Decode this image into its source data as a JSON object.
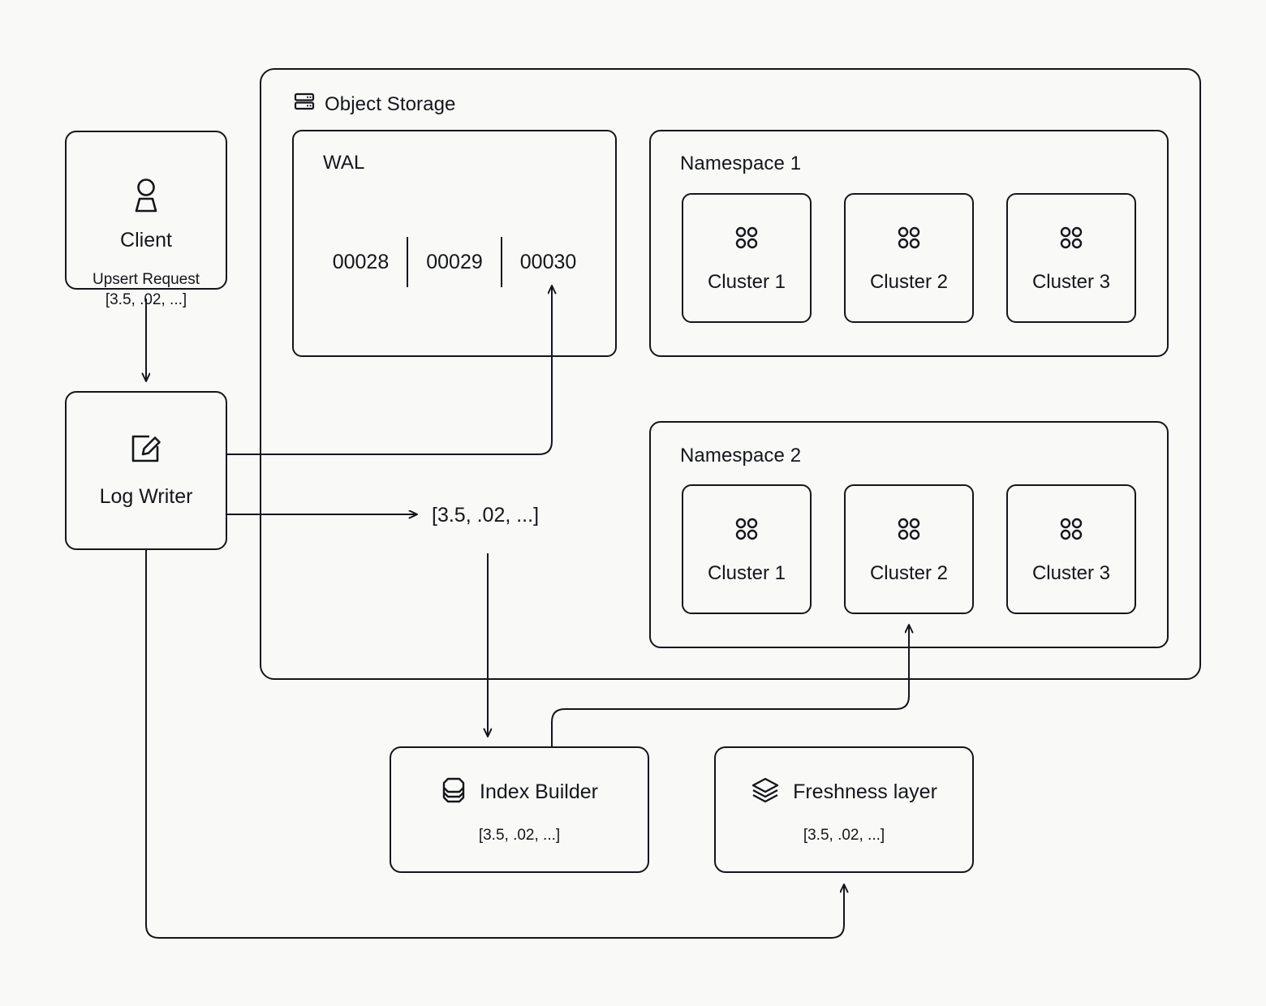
{
  "diagram": {
    "title_hidden": "",
    "background_color": "#f9f9f8",
    "stroke_color": "#14161a"
  },
  "client": {
    "icon": "user-icon",
    "label": "Client",
    "sub_line1": "Upsert Request",
    "sub_line2": "[3.5, .02, ...]"
  },
  "log_writer": {
    "icon": "edit-pencil-icon",
    "label": "Log Writer"
  },
  "object_storage": {
    "icon": "server-rack-icon",
    "label": "Object Storage"
  },
  "wal": {
    "label": "WAL",
    "segments": [
      "00028",
      "00029",
      "00030"
    ]
  },
  "namespaces": [
    {
      "label": "Namespace 1",
      "clusters": [
        {
          "icon": "four-dots-icon",
          "label": "Cluster 1"
        },
        {
          "icon": "four-dots-icon",
          "label": "Cluster 2"
        },
        {
          "icon": "four-dots-icon",
          "label": "Cluster 3"
        }
      ]
    },
    {
      "label": "Namespace 2",
      "clusters": [
        {
          "icon": "four-dots-icon",
          "label": "Cluster 1"
        },
        {
          "icon": "four-dots-icon",
          "label": "Cluster 2"
        },
        {
          "icon": "four-dots-icon",
          "label": "Cluster 3"
        }
      ]
    }
  ],
  "index_builder": {
    "icon": "database-icon",
    "label": "Index Builder",
    "sub": "[3.5, .02, ...]"
  },
  "freshness_layer": {
    "icon": "layers-icon",
    "label": "Freshness layer",
    "sub": "[3.5, .02, ...]"
  },
  "edges": {
    "vector_label": "[3.5, .02, ...]"
  }
}
